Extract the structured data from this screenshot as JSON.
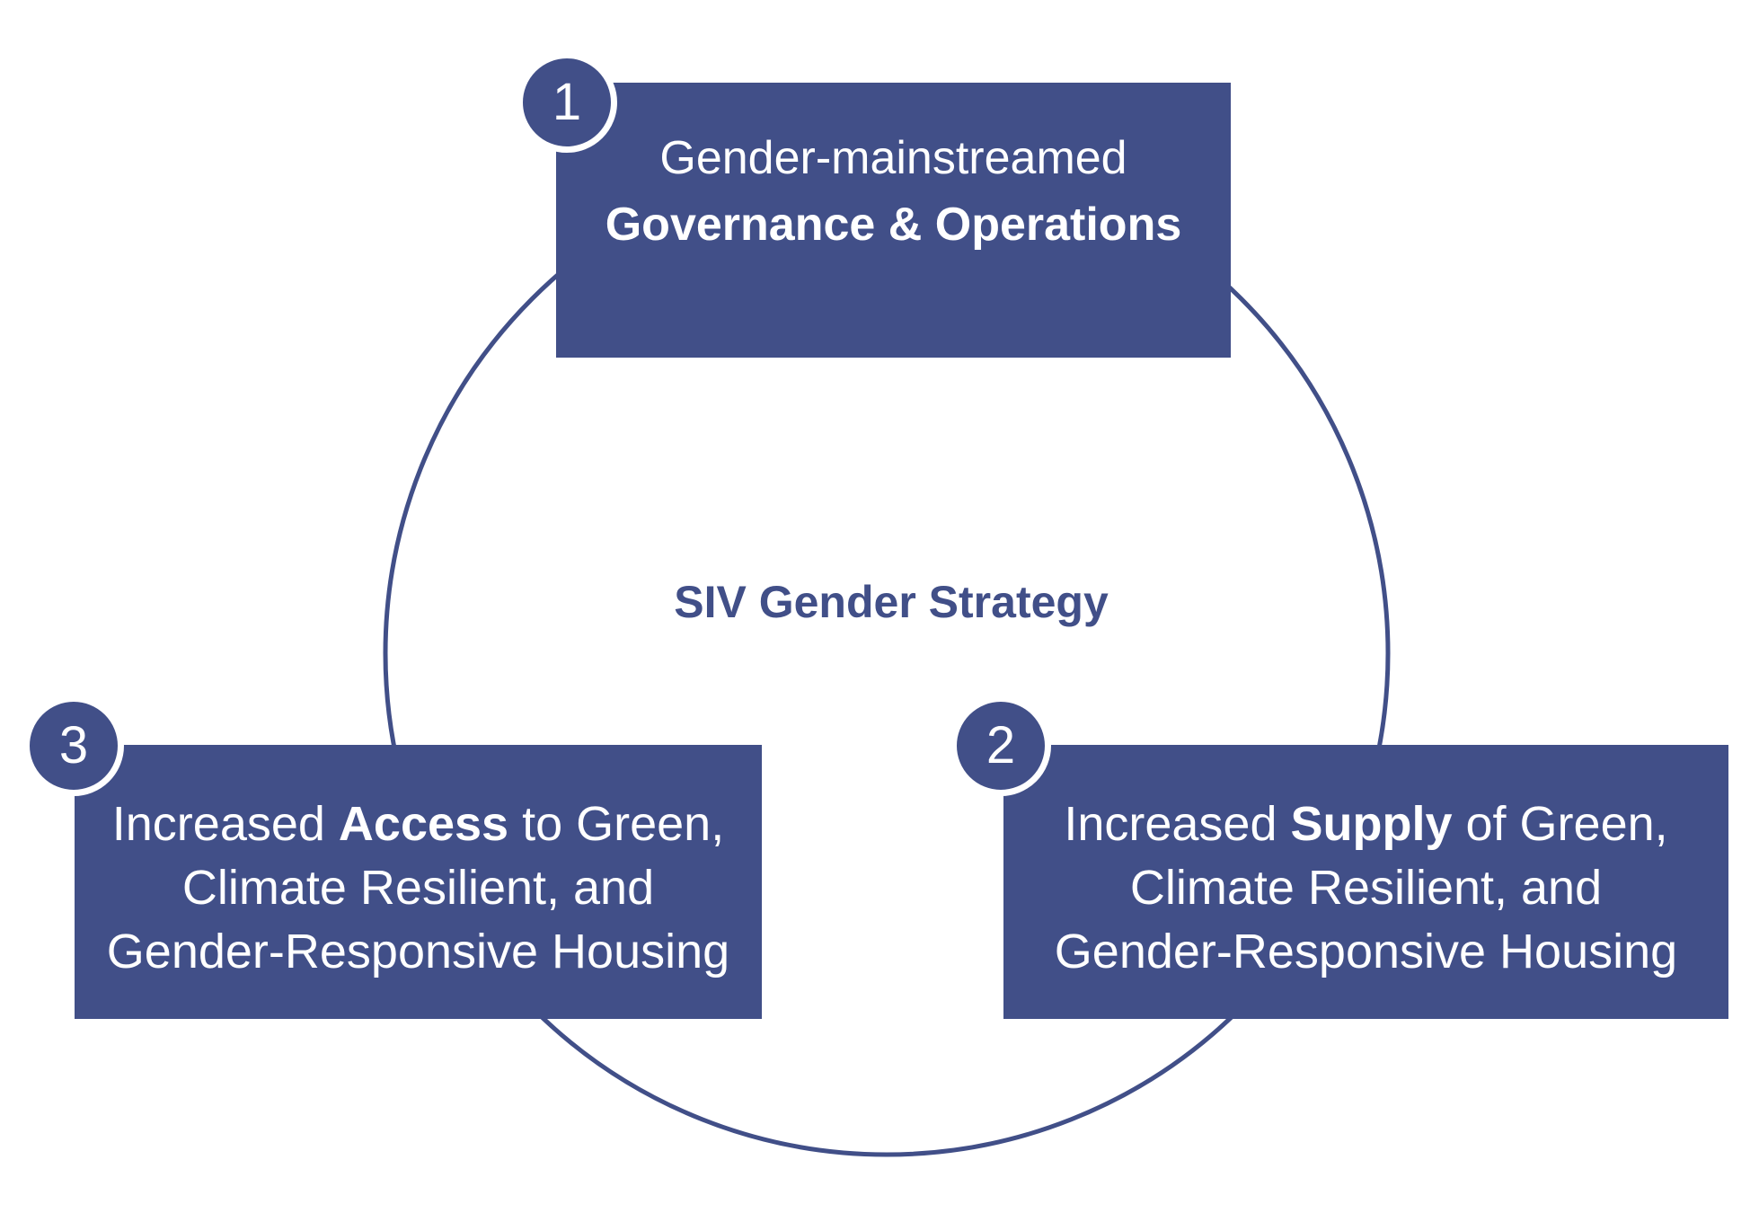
{
  "colors": {
    "primary": "#414f88",
    "text_on_primary": "#ffffff",
    "background": "#ffffff"
  },
  "center": {
    "title": "SIV Gender Strategy"
  },
  "items": [
    {
      "number": "1",
      "line1": "Gender-mainstreamed",
      "line2": "Governance & Operations"
    },
    {
      "number": "2",
      "line1_before": "Increased ",
      "line1_bold": "Supply",
      "line1_after": " of Green,",
      "line2": "Climate Resilient, and",
      "line3": "Gender-Responsive Housing"
    },
    {
      "number": "3",
      "line1_before": "Increased ",
      "line1_bold": "Access",
      "line1_after": " to Green,",
      "line2": "Climate Resilient, and",
      "line3": "Gender-Responsive Housing"
    }
  ]
}
